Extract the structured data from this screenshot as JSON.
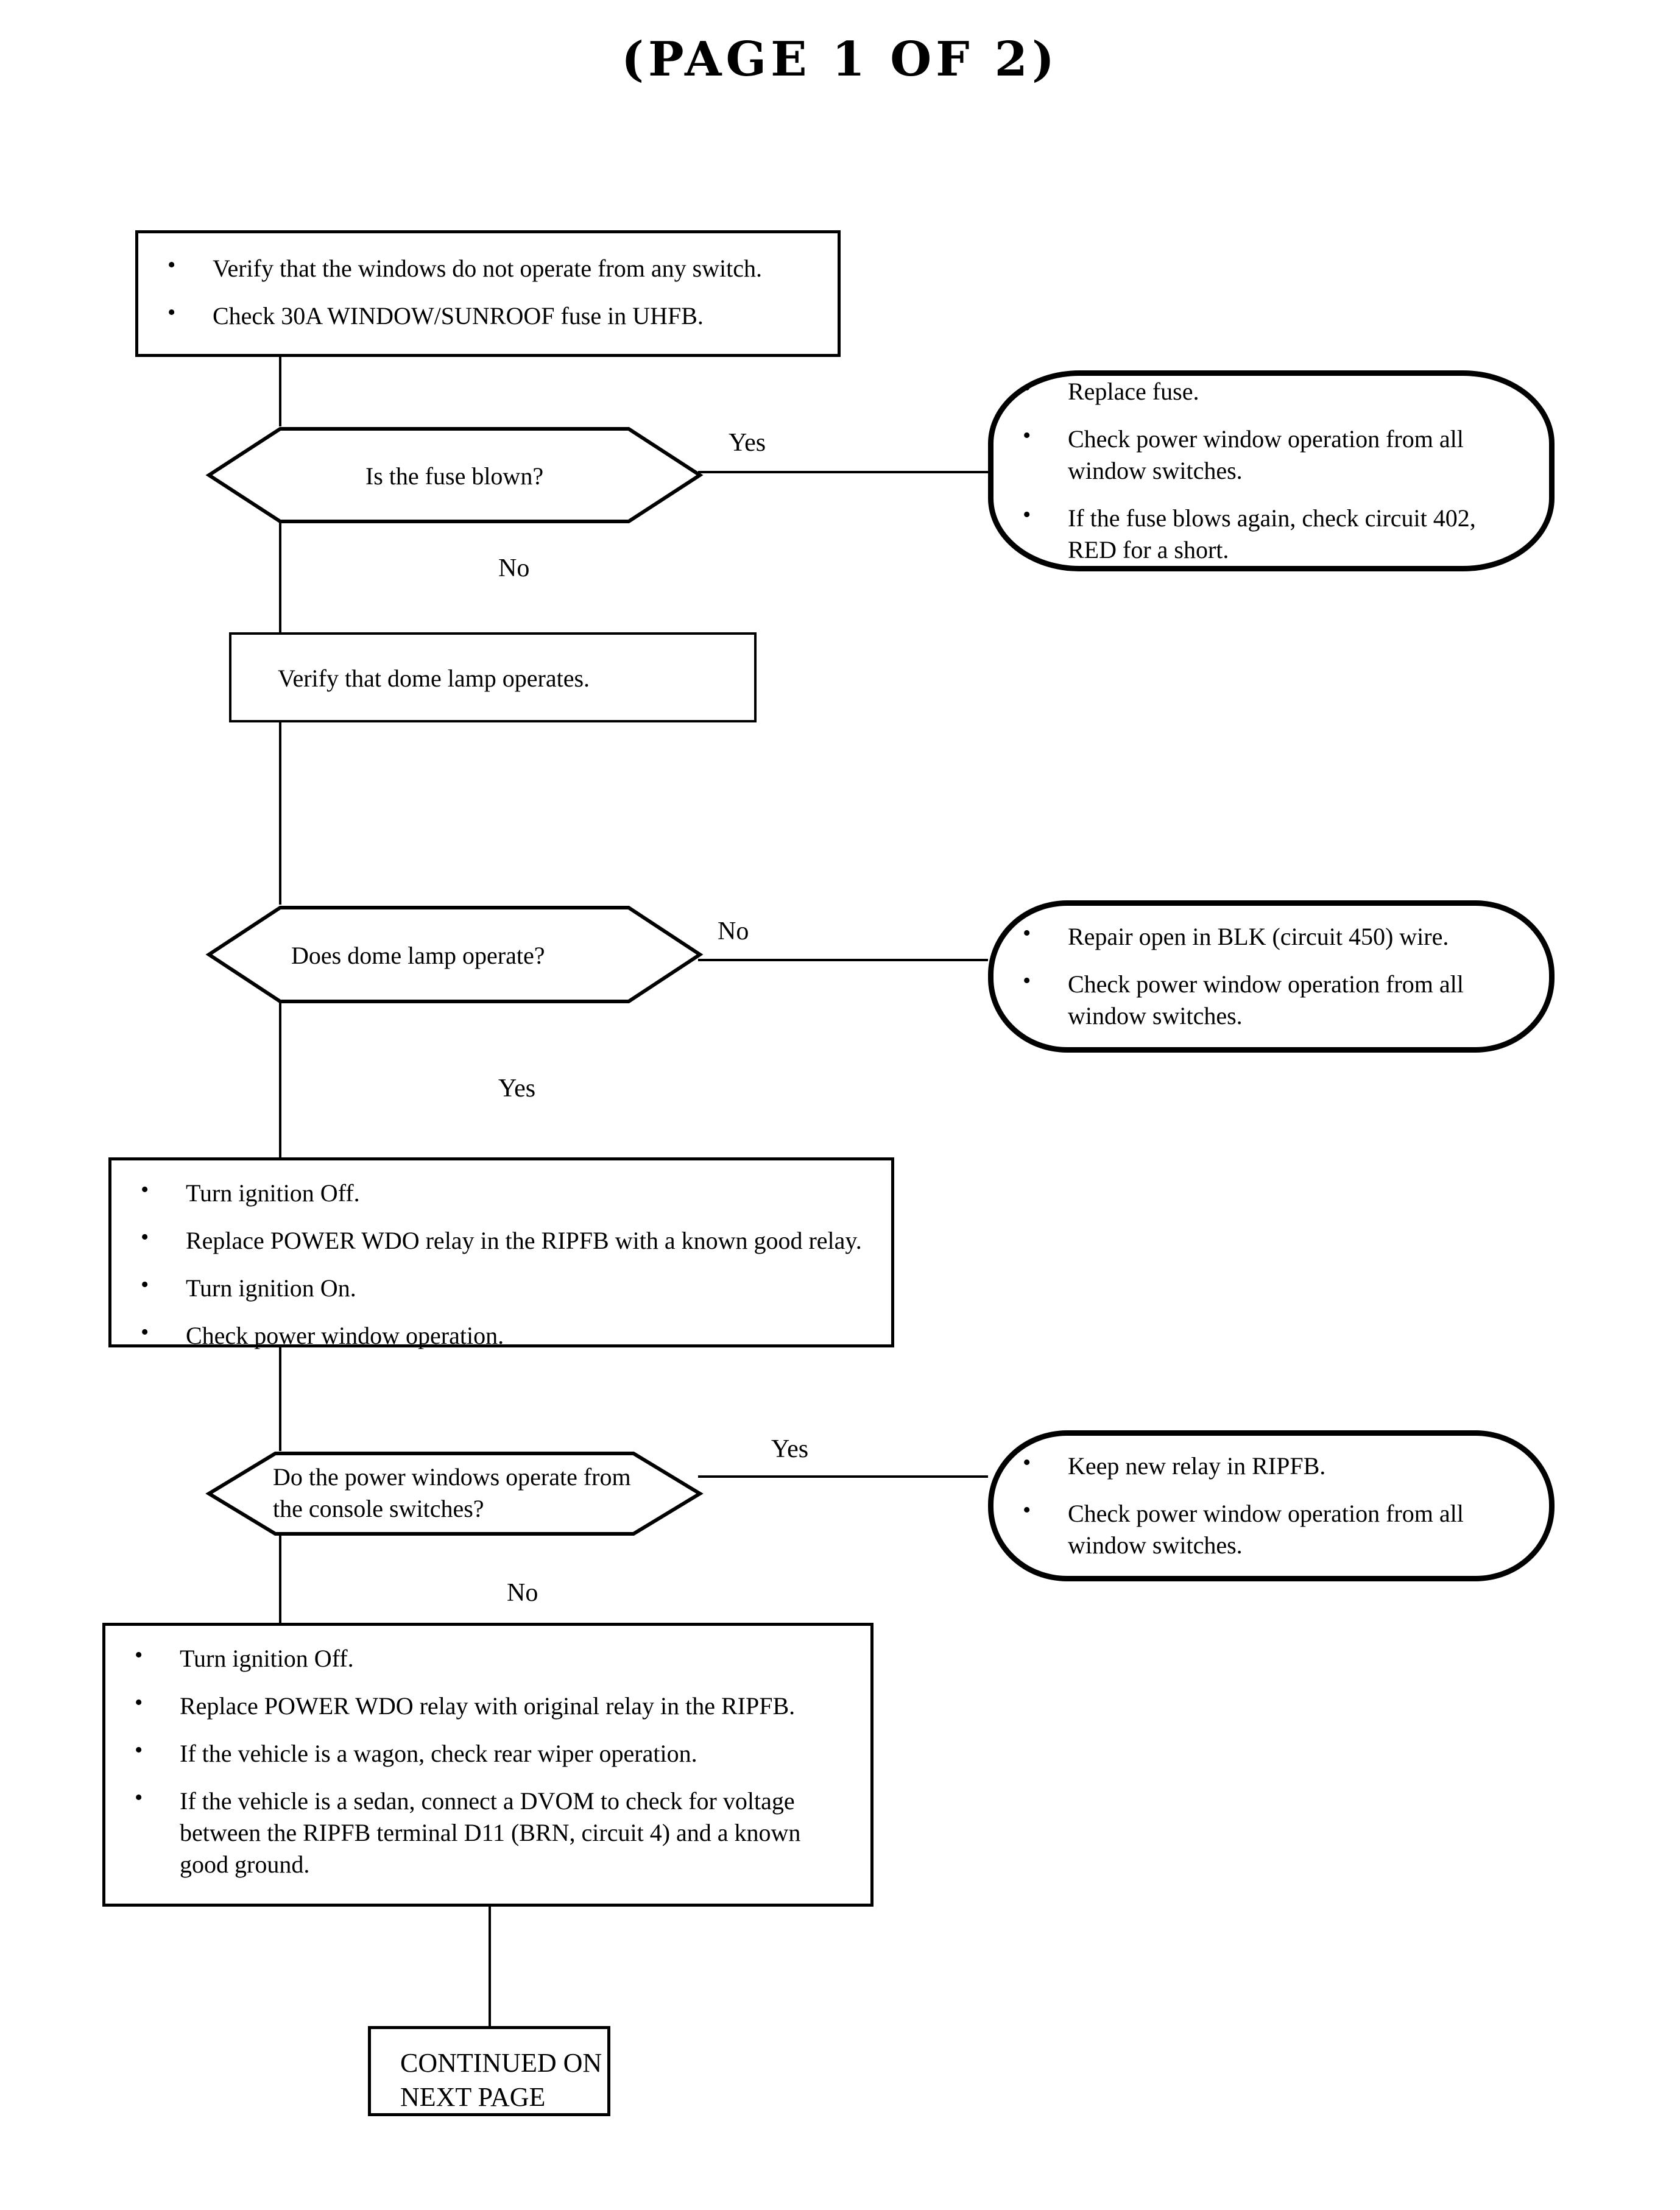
{
  "document": {
    "title": "(PAGE 1 OF 2)"
  },
  "nodes": {
    "step1": {
      "type": "process",
      "bullets": [
        "Verify that the windows do not operate from any switch.",
        "Check 30A WINDOW/SUNROOF fuse in UHFB."
      ]
    },
    "decision1": {
      "type": "decision",
      "text": "Is the fuse blown?",
      "yes_label": "Yes",
      "no_label": "No"
    },
    "terminator1": {
      "type": "terminator",
      "bullets": [
        "Replace fuse.",
        "Check power window operation from all window switches.",
        "If the fuse blows again, check circuit 402, RED for a short."
      ]
    },
    "step2": {
      "type": "process",
      "text": "Verify that dome lamp operates."
    },
    "decision2": {
      "type": "decision",
      "text": "Does dome lamp operate?",
      "no_label": "No",
      "yes_label": "Yes"
    },
    "terminator2": {
      "type": "terminator",
      "bullets": [
        "Repair open in BLK (circuit 450) wire.",
        "Check power window operation from all window switches."
      ]
    },
    "step3": {
      "type": "process",
      "bullets": [
        "Turn ignition Off.",
        "Replace POWER WDO relay in the RIPFB with a known good relay.",
        "Turn ignition On.",
        "Check power window operation."
      ]
    },
    "decision3": {
      "type": "decision",
      "line1": "Do the power windows operate from",
      "line2": "the console switches?",
      "yes_label": "Yes",
      "no_label": "No"
    },
    "terminator3": {
      "type": "terminator",
      "bullets": [
        "Keep new relay in RIPFB.",
        "Check power window operation from all window switches."
      ]
    },
    "step4": {
      "type": "process",
      "bullets": [
        "Turn ignition Off.",
        "Replace POWER WDO relay with original relay in the RIPFB.",
        "If the vehicle is a wagon, check rear wiper operation.",
        "If the vehicle is a sedan, connect a DVOM to check for voltage between the RIPFB terminal D11 (BRN, circuit 4) and a known good ground."
      ]
    },
    "continued": {
      "type": "terminal",
      "text": "CONTINUED ON\nNEXT PAGE"
    }
  },
  "colors": {
    "stroke": "#000000",
    "background": "#ffffff"
  }
}
